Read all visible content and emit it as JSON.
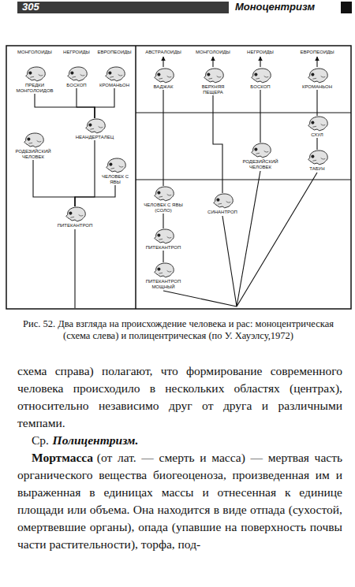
{
  "diagram": {
    "caption": "Рис. 52. Два взгляда на происхождение человека и рас: моноцентрическая (схема слева) и полицентрическая (по У. Хауэлсу,1972)",
    "nodes": [
      {
        "text": [
          "ПРЕДКИ МОНГОЛОИДОВ"
        ]
      },
      {
        "text": [
          "БОСКОП"
        ]
      },
      {
        "text": [
          "КРОМАНЬОН"
        ]
      },
      {
        "text": [
          "НЕАНДЕРТАЛЕЦ"
        ]
      },
      {
        "text": [
          "РОДЕЗИЙСКИЙ ЧЕЛОВЕК"
        ]
      },
      {
        "text": [
          "ЧЕЛОВЕК С ЯВЫ"
        ]
      },
      {
        "text": [
          "ПИТЕКАНТРОП"
        ]
      },
      {
        "text": [
          "ВАДЖАК"
        ]
      },
      {
        "text": [
          "ВЕРХНЯЯ ПЕЩЕРА"
        ]
      },
      {
        "text": [
          "БОСКОП"
        ]
      },
      {
        "text": [
          "КРОМАНЬОН"
        ]
      },
      {
        "text": [
          "СХУЛ"
        ]
      },
      {
        "text": [
          "РОДЕЗИЙСКИЙ ЧЕЛОВЕК"
        ]
      },
      {
        "text": [
          "ТАБУН"
        ]
      },
      {
        "text": [
          "ЧЕЛОВЕК С ЯВЫ (СОЛО)"
        ]
      },
      {
        "text": [
          "СИНАНТРОП"
        ]
      },
      {
        "text": [
          "ПИТЕКАНТРОП"
        ]
      },
      {
        "text": [
          "ПИТЕКАНТРОП МОЩНЫЙ"
        ]
      }
    ],
    "edges": [
      {
        "from": 3,
        "to": 0,
        "arrow": "none"
      },
      {
        "from": 3,
        "to": 1,
        "arrow": "none"
      },
      {
        "from": 3,
        "to": 2,
        "arrow": "none"
      },
      {
        "from": 6,
        "to": 3,
        "arrow": "none"
      },
      {
        "from": 6,
        "to": 4,
        "arrow": "none"
      },
      {
        "from": 6,
        "to": 5,
        "arrow": "none"
      },
      {
        "from": 14,
        "to": 7,
        "arrow": "none"
      },
      {
        "from": 16,
        "to": 14,
        "arrow": "none"
      },
      {
        "from": 17,
        "to": 16,
        "arrow": "none"
      },
      {
        "from": 15,
        "to": 8,
        "arrow": "none"
      },
      {
        "from": 12,
        "to": 9,
        "arrow": "none"
      },
      {
        "from": 11,
        "to": 10,
        "arrow": "none"
      },
      {
        "from": 13,
        "to": 11,
        "arrow": "none"
      }
    ],
    "labels": [
      "305",
      "Моноцентризм",
      "МОНГОЛОИДЫ",
      "НЕГРОИДЫ",
      "ЕВРОПЕОИДЫ",
      "АВСТРАЛОИДЫ",
      "МОНГОЛОИДЫ",
      "НЕГРОИДЫ",
      "ЕВРОПЕОИДЫ",
      "схема справа) полагают, что формирование современного человека происходило в нескольких областях (центрах), относительно независимо друг от друга и различными темпами.",
      "Ср.",
      "Полицентризм.",
      "Мортмасса",
      "(от лат. — смерть и масса) — мертвая часть органического вещества биогеоценоза, произведенная им и выраженная в единицах массы и отнесенная к единице площади или объема. Она находится в виде отпада (сухостой, омертвевшие органы), опада (упавшие на поверхность почвы части растительности), торфа, под-"
    ]
  }
}
